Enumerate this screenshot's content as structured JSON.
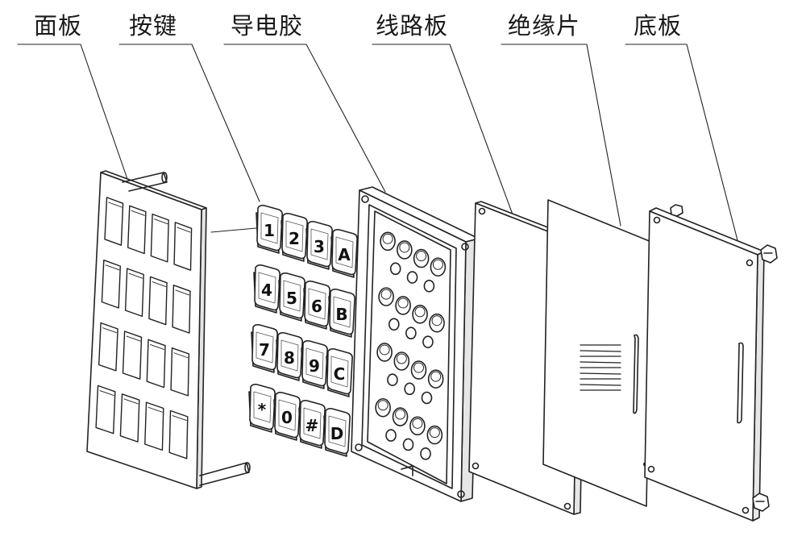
{
  "labels": {
    "panel": "面板",
    "keys": "按键",
    "conductive_rubber": "导电胶",
    "circuit_board": "线路板",
    "insulating_sheet": "绝缘片",
    "base_plate": "底板"
  },
  "keypad": {
    "keys": [
      "1",
      "2",
      "3",
      "A",
      "4",
      "5",
      "6",
      "B",
      "7",
      "8",
      "9",
      "C",
      "*",
      "0",
      "#",
      "D"
    ]
  },
  "colors": {
    "line": "#222222",
    "fill": "#ffffff",
    "shade": "#cfcfcf"
  }
}
